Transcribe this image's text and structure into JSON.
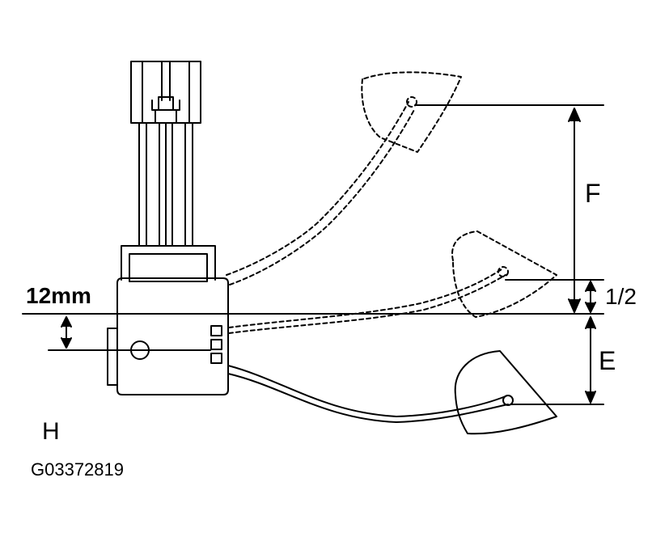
{
  "labels": {
    "offset": "12mm",
    "dim_f": "F",
    "dim_half": "1/2",
    "dim_e": "E",
    "view": "H",
    "figure_code": "G03372819"
  },
  "colors": {
    "line": "#000000",
    "background": "#ffffff"
  }
}
